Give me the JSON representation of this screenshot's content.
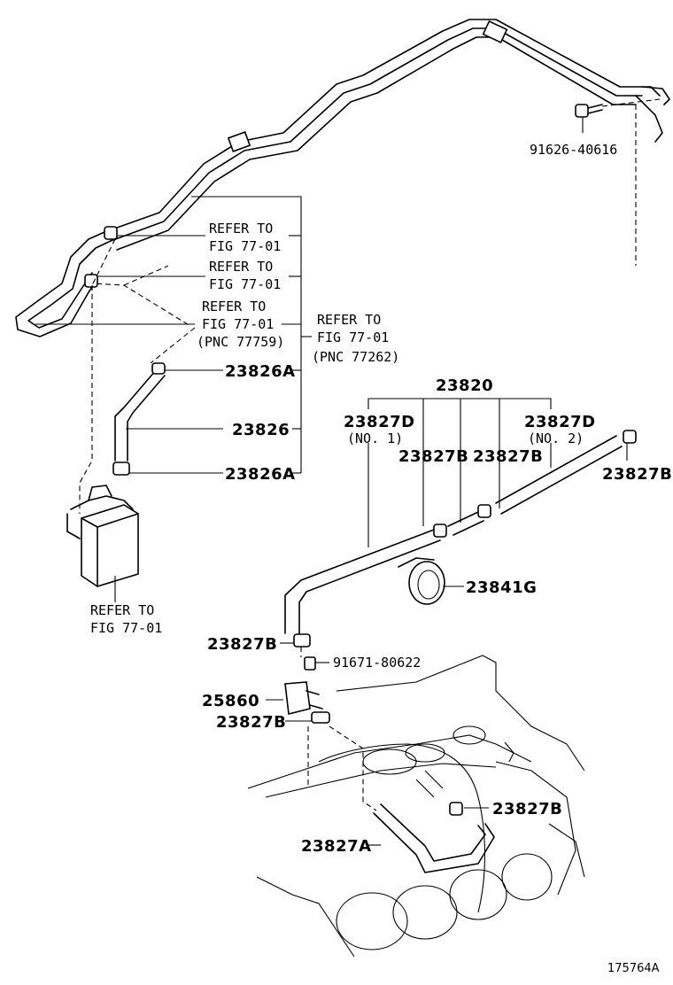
{
  "refer_labels": {
    "r1_line1": "REFER TO",
    "r1_line2": "FIG 77-01",
    "r2_line1": "REFER TO",
    "r2_line2": "FIG 77-01",
    "r3_line1": "REFER TO",
    "r3_line2": "FIG 77-01",
    "r3_line3": "(PNC 77759)",
    "r4_line1": "REFER TO",
    "r4_line2": "FIG 77-01",
    "r4_line3": "(PNC 77262)",
    "r5_line1": "REFER TO",
    "r5_line2": "FIG 77-01"
  },
  "part_numbers": {
    "p91626": "91626-40616",
    "p23826A_top": "23826A",
    "p23826": "23826",
    "p23826A_bottom": "23826A",
    "p23820": "23820",
    "p23827D_left": "23827D",
    "p23827D_left_sub": "(NO. 1)",
    "p23827D_right": "23827D",
    "p23827D_right_sub": "(NO. 2)",
    "p23827B_a": "23827B",
    "p23827B_b": "23827B",
    "p23827B_c": "23827B",
    "p23841G": "23841G",
    "p23827B_d": "23827B",
    "p91671": "91671-80622",
    "p25860": "25860",
    "p23827B_e": "23827B",
    "p23827B_f": "23827B",
    "p23827A": "23827A"
  },
  "figure_id": "175764A"
}
